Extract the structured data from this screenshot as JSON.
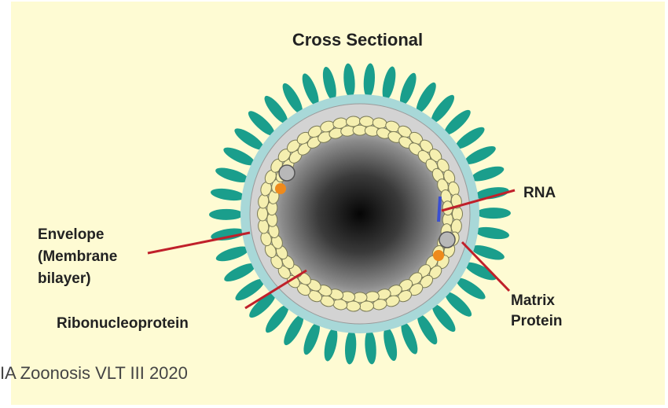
{
  "diagram": {
    "title": "Cross Sectional",
    "labels": {
      "envelope": [
        "Envelope",
        "(Membrane",
        "bilayer)"
      ],
      "ribonucleoprotein": "Ribonucleoprotein",
      "rna": "RNA",
      "matrix_protein": [
        "Matrix",
        "Protein"
      ]
    }
  },
  "footer": {
    "text": "IA Zoonosis VLT III 2020"
  },
  "colors": {
    "background": "#fefbd3",
    "spike": "#1a9e8c",
    "envelope": "#a8d8d8",
    "membrane_inner": "#d3d3d3",
    "rnp": "#f5efb0",
    "rna": "#3a4fd1",
    "matrix_protein": "#ee8a1c",
    "leader_line": "#c0202a"
  }
}
